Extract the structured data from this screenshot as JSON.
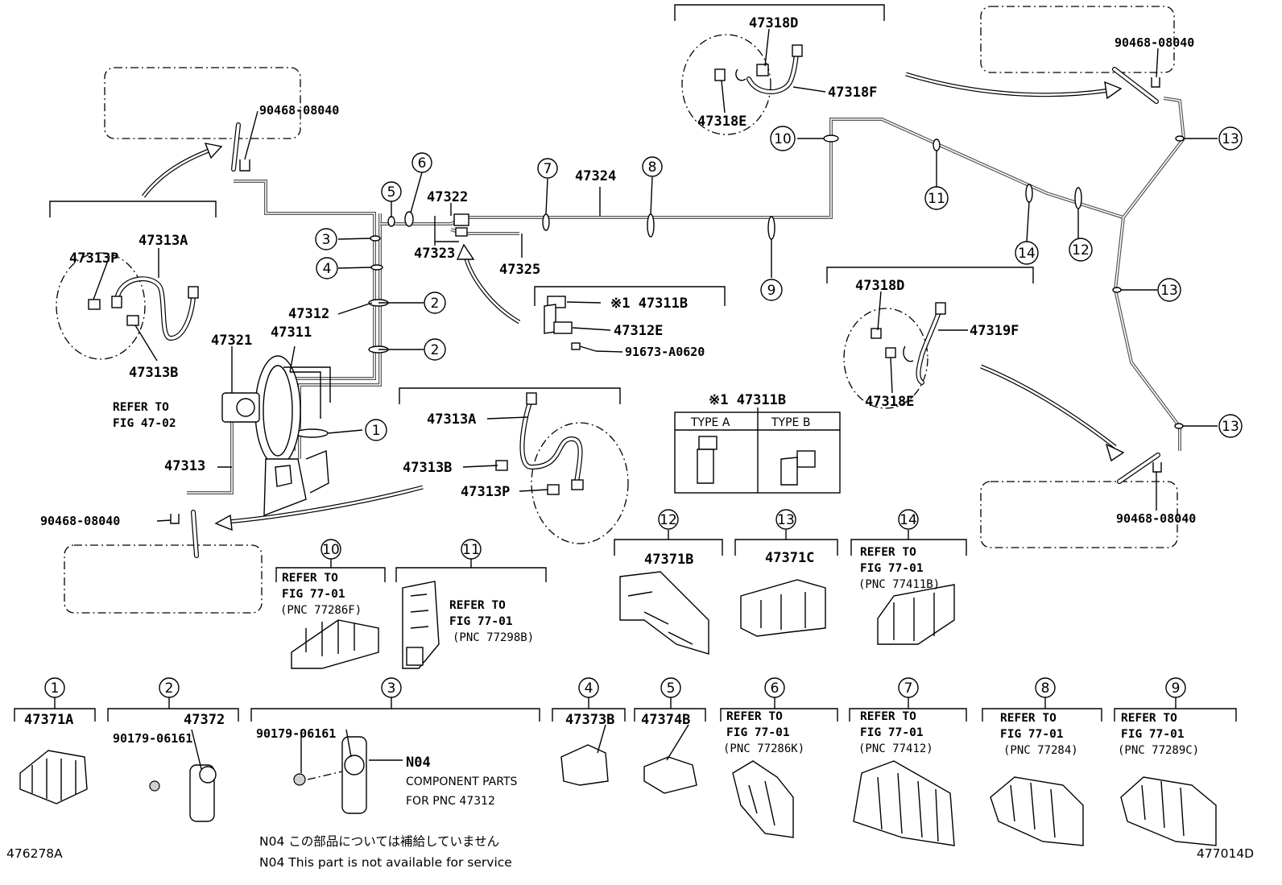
{
  "diagram": {
    "corner_left_id": "476278A",
    "corner_right_id": "477014D",
    "note_jp": "N04 この部品については補給していません",
    "note_en": "N04 This part is not available for service",
    "part_labels": {
      "p90468_tl": "90468-08040",
      "p90468_tr": "90468-08040",
      "p90468_bl": "90468-08040",
      "p90468_br": "90468-08040",
      "p47313A_l": "47313A",
      "p47313P_l": "47313P",
      "p47313B_l": "47313B",
      "p47321": "47321",
      "p47311": "47311",
      "p47312": "47312",
      "p47313": "47313",
      "p47322": "47322",
      "p47323": "47323",
      "p47324": "47324",
      "p47325": "47325",
      "p47311B_flag": "※1 47311B",
      "p47312E": "47312E",
      "p91673": "91673-A0620",
      "p47313A_c": "47313A",
      "p47313B_c": "47313B",
      "p47313P_c": "47313P",
      "p47318D_t": "47318D",
      "p47318F": "47318F",
      "p47318E_t": "47318E",
      "p47318D_m": "47318D",
      "p47319F": "47319F",
      "p47318E_m": "47318E",
      "p47371B": "47371B",
      "p47371C": "47371C",
      "p47371A": "47371A",
      "p47372": "47372",
      "p90179_a": "90179-06161",
      "p90179_b": "90179-06161",
      "p47373B": "47373B",
      "p47374B": "47374B",
      "n04": "N04"
    },
    "refer_fig_47_02": {
      "line1": "REFER TO",
      "line2": "FIG 47-02"
    },
    "type_table": {
      "title": "※1 47311B",
      "type_a": "TYPE A",
      "type_b": "TYPE B"
    },
    "n04_desc": {
      "line1": "COMPONENT PARTS",
      "line2": "FOR PNC 47312"
    },
    "refer_blocks": {
      "c10": {
        "line1": "REFER TO",
        "line2": "FIG 77-01",
        "line3": "(PNC 77286F)"
      },
      "c11": {
        "line1": "REFER TO",
        "line2": "FIG 77-01",
        "line3": "(PNC 77298B)"
      },
      "c14": {
        "line1": "REFER TO",
        "line2": "FIG 77-01",
        "line3": "(PNC 77411B)"
      },
      "c6": {
        "line1": "REFER TO",
        "line2": "FIG 77-01",
        "line3": "(PNC 77286K)"
      },
      "c7": {
        "line1": "REFER TO",
        "line2": "FIG 77-01",
        "line3": "(PNC 77412)"
      },
      "c8": {
        "line1": "REFER TO",
        "line2": "FIG 77-01",
        "line3": "(PNC 77284)"
      },
      "c9": {
        "line1": "REFER TO",
        "line2": "FIG 77-01",
        "line3": "(PNC 77289C)"
      }
    },
    "callouts": {
      "n1": "1",
      "n2": "2",
      "n3": "3",
      "n4": "4",
      "n5": "5",
      "n6": "6",
      "n7": "7",
      "n8": "8",
      "n9": "9",
      "n10": "10",
      "n11": "11",
      "n12": "12",
      "n13": "13",
      "n14": "14"
    }
  }
}
